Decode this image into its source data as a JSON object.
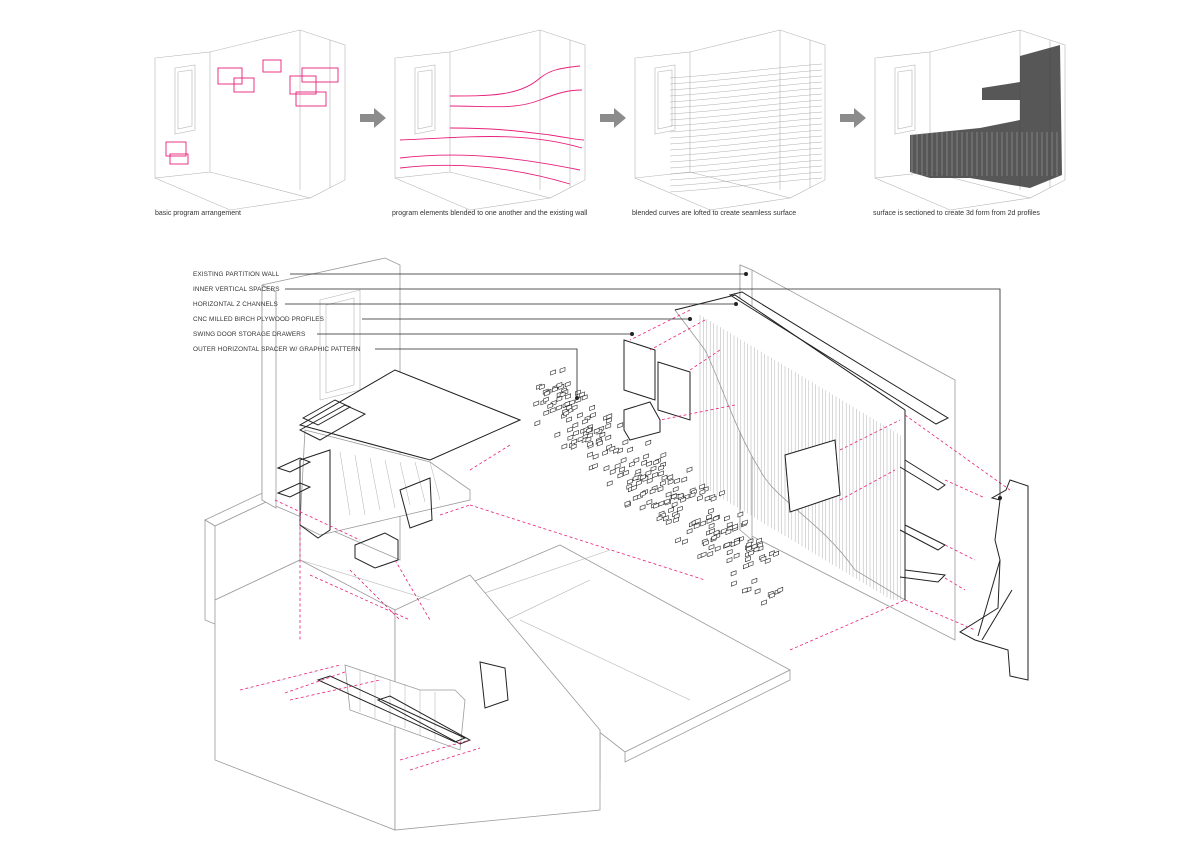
{
  "steps": [
    {
      "caption": "basic program arrangement"
    },
    {
      "caption": "program elements blended to one another and the existing wall"
    },
    {
      "caption": "blended curves are lofted to create seamless surface"
    },
    {
      "caption": "surface is sectioned to create 3d form from 2d profiles"
    }
  ],
  "callouts": [
    "EXISTING PARTITION WALL",
    "INNER VERTICAL SPACERS",
    "HORIZONTAL Z CHANNELS",
    "CNC MILLED BIRCH PLYWOOD PROFILES",
    "SWING DOOR STORAGE DRAWERS",
    "OUTER HORIZONTAL SPACER W/ GRAPHIC PATTERN"
  ],
  "colors": {
    "accent": "#e8207a",
    "linework": "#222222",
    "arrow": "#8c8c8c"
  }
}
